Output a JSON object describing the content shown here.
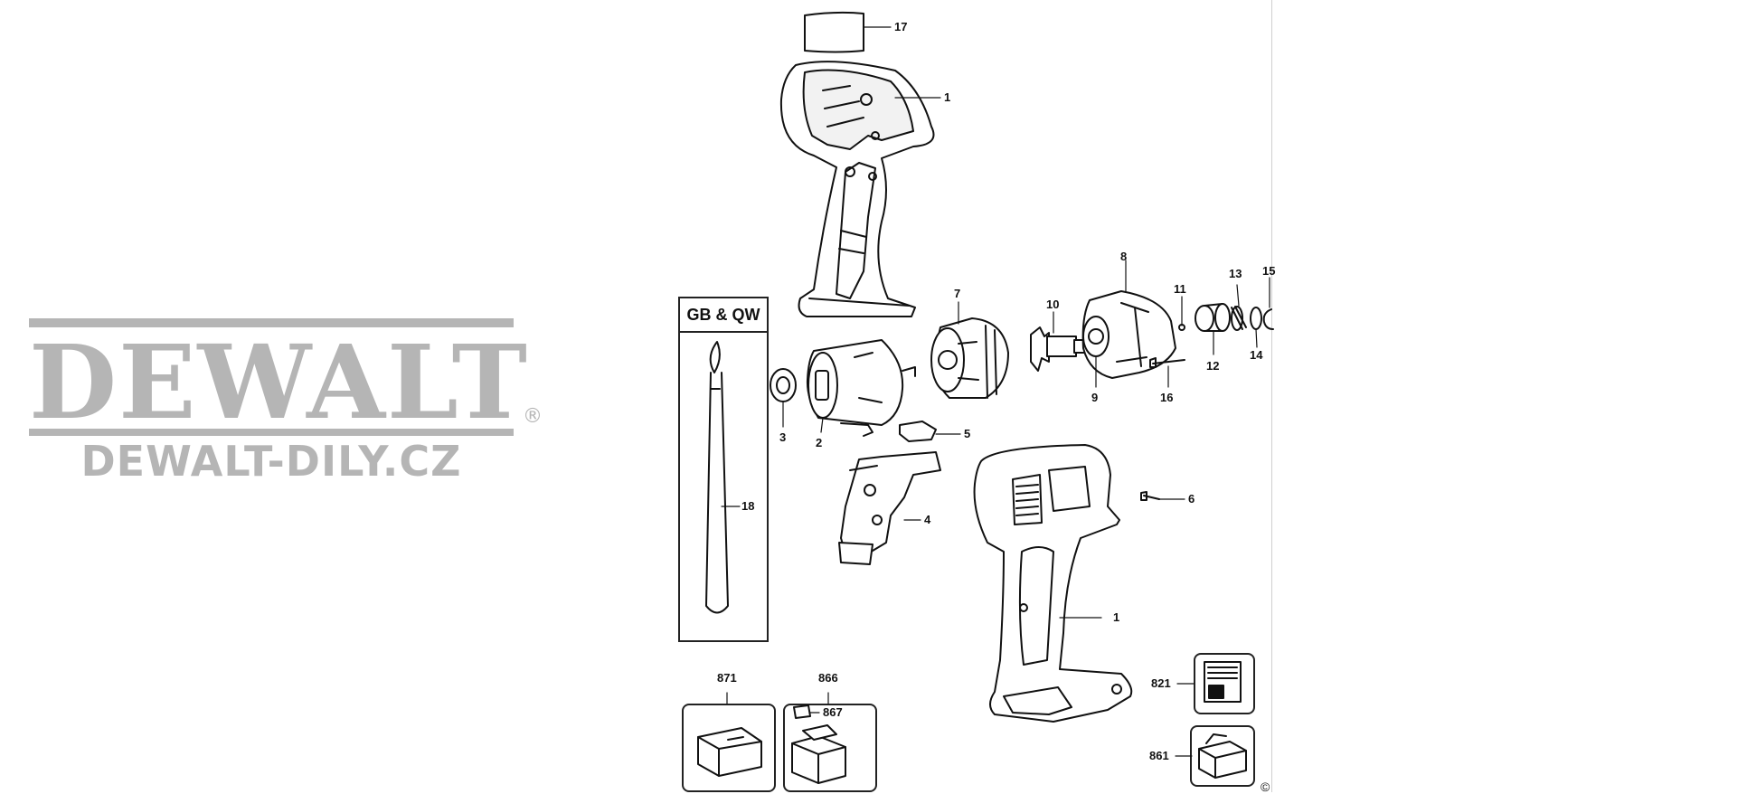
{
  "watermark": {
    "brand": "DEWALT",
    "site": "DEWALT-DILY.CZ",
    "registered_mark": "®"
  },
  "regional_box": {
    "title": "GB & QW"
  },
  "callouts": {
    "p17": "17",
    "p1_top": "1",
    "p8": "8",
    "p11": "11",
    "p13": "13",
    "p15": "15",
    "p10": "10",
    "p7": "7",
    "p12": "12",
    "p14": "14",
    "p9": "9",
    "p16": "16",
    "p3": "3",
    "p2": "2",
    "p5": "5",
    "p4": "4",
    "p6": "6",
    "p18": "18",
    "p1_bottom": "1",
    "p871": "871",
    "p866": "866",
    "p867": "867",
    "p821": "821",
    "p861": "861"
  },
  "copyright": "©"
}
